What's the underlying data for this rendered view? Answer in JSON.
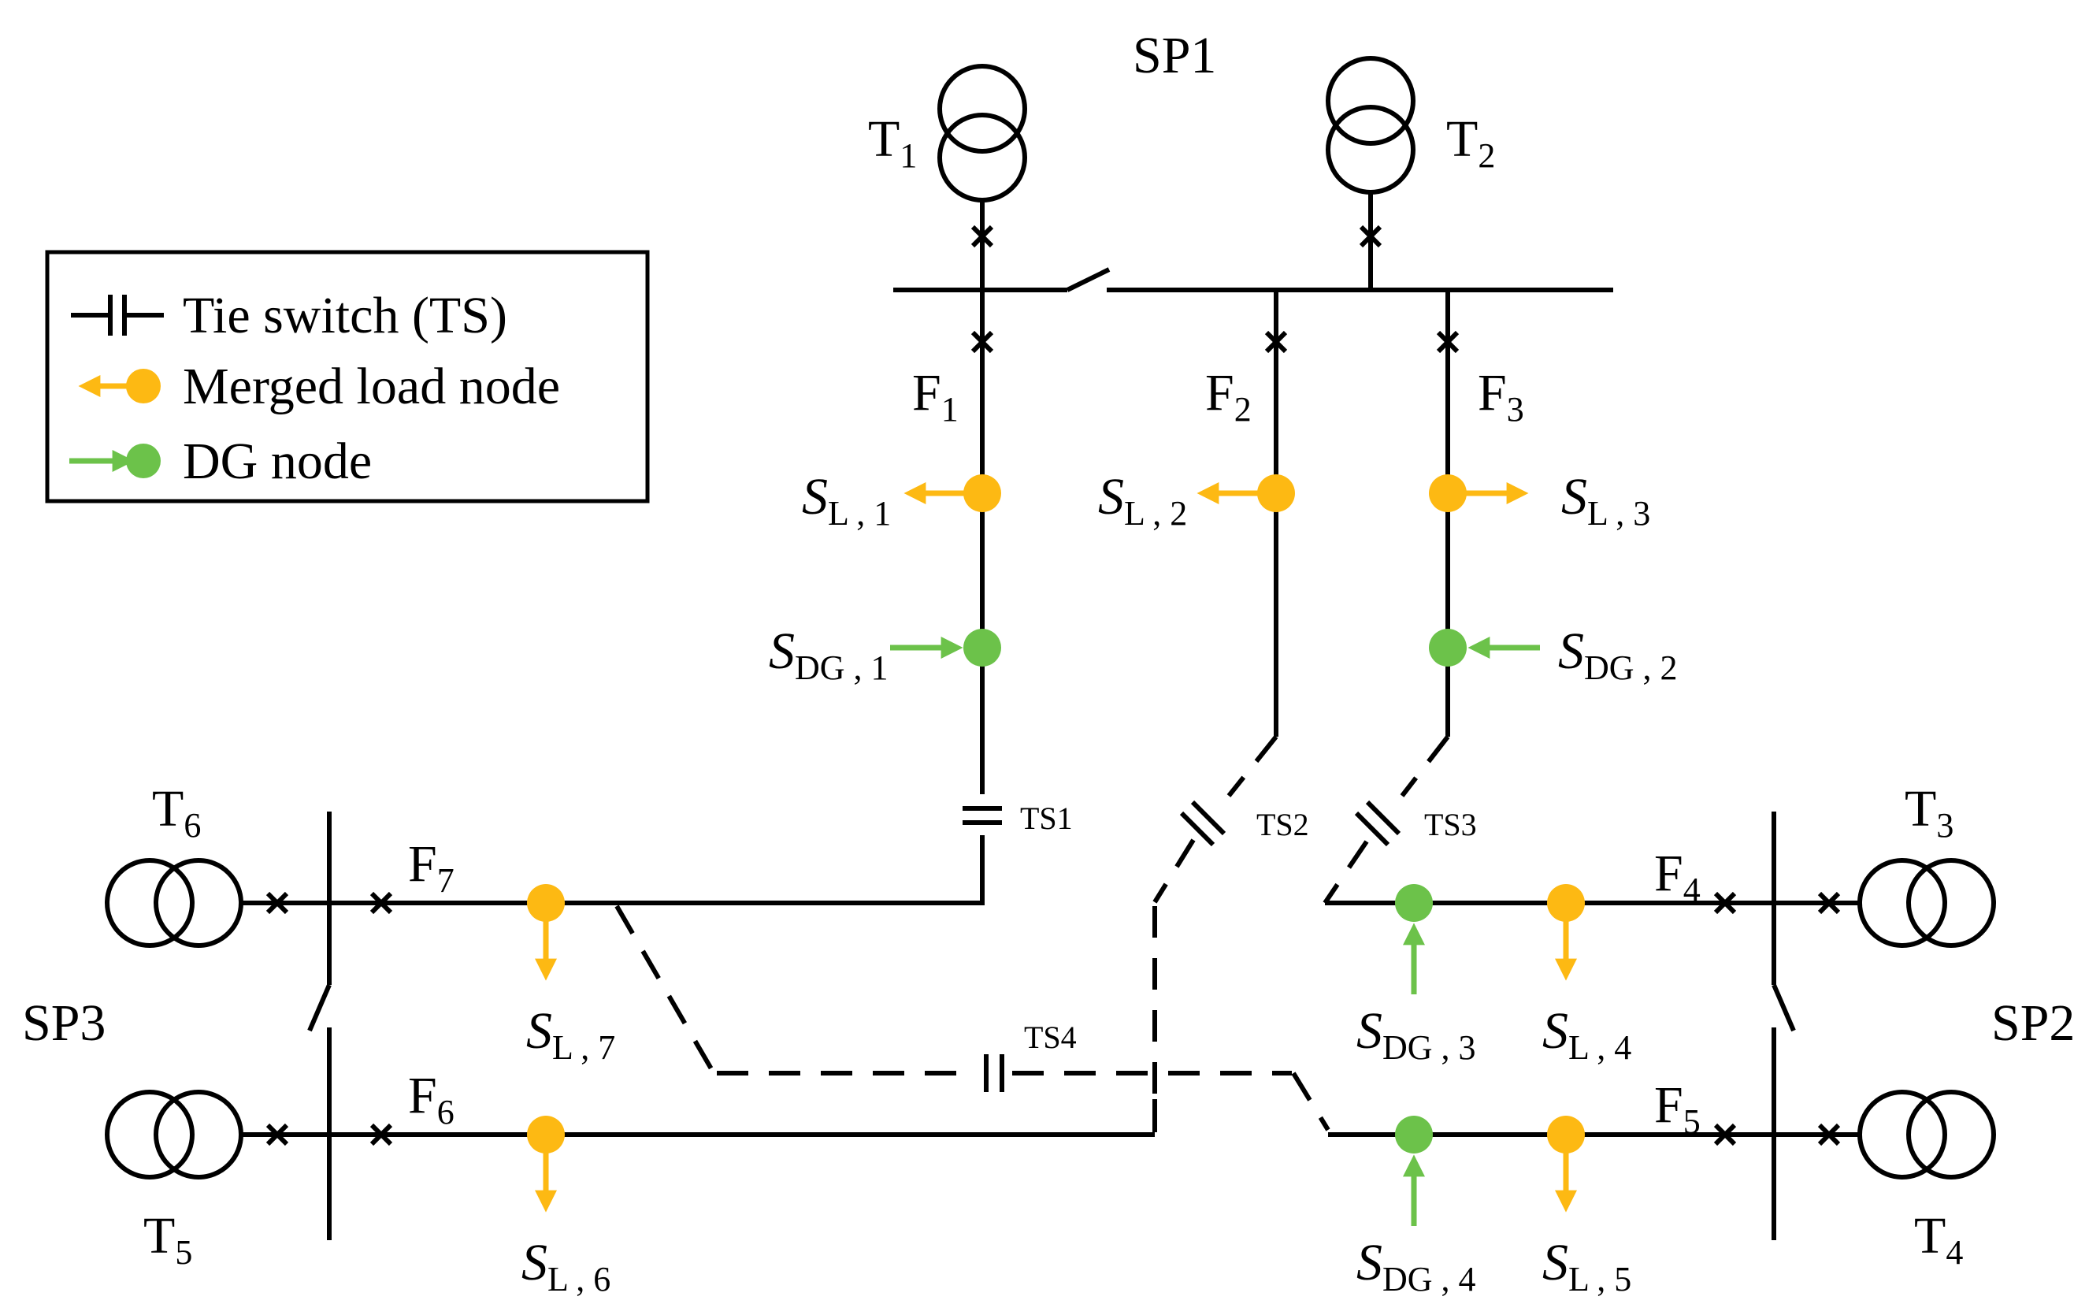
{
  "colors": {
    "load": "#fdb913",
    "dg": "#6cc24a",
    "line": "#000000"
  },
  "legend": {
    "items": [
      {
        "icon": "tie-switch-icon",
        "label": "Tie switch (TS)"
      },
      {
        "icon": "merged-load-node-icon",
        "label": "Merged load node"
      },
      {
        "icon": "dg-node-icon",
        "label": "DG node"
      }
    ]
  },
  "substations": {
    "sp1": "SP1",
    "sp2": "SP2",
    "sp3": "SP3"
  },
  "transformers": {
    "t1": {
      "main": "T",
      "sub": "1"
    },
    "t2": {
      "main": "T",
      "sub": "2"
    },
    "t3": {
      "main": "T",
      "sub": "3"
    },
    "t4": {
      "main": "T",
      "sub": "4"
    },
    "t5": {
      "main": "T",
      "sub": "5"
    },
    "t6": {
      "main": "T",
      "sub": "6"
    }
  },
  "feeders": {
    "f1": {
      "main": "F",
      "sub": "1"
    },
    "f2": {
      "main": "F",
      "sub": "2"
    },
    "f3": {
      "main": "F",
      "sub": "3"
    },
    "f4": {
      "main": "F",
      "sub": "4"
    },
    "f5": {
      "main": "F",
      "sub": "5"
    },
    "f6": {
      "main": "F",
      "sub": "6"
    },
    "f7": {
      "main": "F",
      "sub": "7"
    }
  },
  "loads": {
    "l1": {
      "main": "S",
      "sub": "L , 1"
    },
    "l2": {
      "main": "S",
      "sub": "L , 2"
    },
    "l3": {
      "main": "S",
      "sub": "L , 3"
    },
    "l4": {
      "main": "S",
      "sub": "L , 4"
    },
    "l5": {
      "main": "S",
      "sub": "L , 5"
    },
    "l6": {
      "main": "S",
      "sub": "L , 6"
    },
    "l7": {
      "main": "S",
      "sub": "L , 7"
    }
  },
  "dgs": {
    "dg1": {
      "main": "S",
      "sub": "DG , 1"
    },
    "dg2": {
      "main": "S",
      "sub": "DG , 2"
    },
    "dg3": {
      "main": "S",
      "sub": "DG , 3"
    },
    "dg4": {
      "main": "S",
      "sub": "DG , 4"
    }
  },
  "tie_switches": {
    "ts1": "TS1",
    "ts2": "TS2",
    "ts3": "TS3",
    "ts4": "TS4"
  }
}
